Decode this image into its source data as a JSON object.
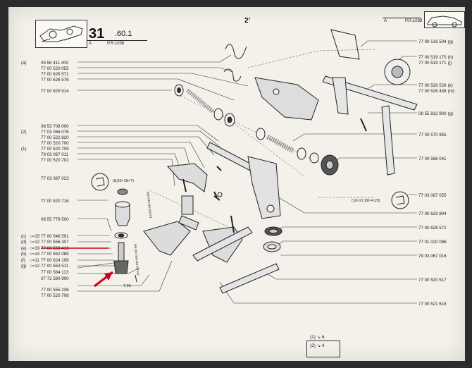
{
  "header": {
    "page_number": "31",
    "page_sub": ".60.1",
    "col_a": "A",
    "col_pr": "P.R.1038",
    "center_mark": "2’",
    "right_col_a": "A",
    "right_col_pr": "P.R.1038"
  },
  "left_labels": [
    {
      "key": "(a)",
      "num": "05 56 411 400"
    },
    {
      "key": "",
      "num": "77 00 520 055"
    },
    {
      "key": "",
      "num": "77 00 626 571"
    },
    {
      "key": "",
      "num": "77 00 626 576"
    },
    {
      "key": "",
      "num": "77 00 629 914"
    },
    {
      "key": "",
      "num": "08 53 708 000"
    },
    {
      "key": "(2)",
      "num": "77 03 066 076"
    },
    {
      "key": "",
      "num": "77 00 522 820"
    },
    {
      "key": "",
      "num": "77 00 520 700"
    },
    {
      "key": "(1)",
      "num": "77 00 520 709"
    },
    {
      "key": "",
      "num": "79 03 067 011"
    },
    {
      "key": "",
      "num": "77 00 520 702"
    },
    {
      "key": "",
      "num": "77 03 087 023"
    },
    {
      "key": "",
      "num": "77 00 520 716"
    },
    {
      "key": "",
      "num": "08 55 779 500"
    },
    {
      "key": "(c)",
      "mark": "○=15",
      "num": "77 00 546 591"
    },
    {
      "key": "(d)",
      "mark": "○=12",
      "num": "77 00 556 307"
    },
    {
      "key": "(e)",
      "mark": "○=19",
      "num": "77 00 568 413"
    },
    {
      "key": "(b)",
      "mark": "○=14",
      "num": "77 00 552 089"
    },
    {
      "key": "(f)",
      "mark": "○=11",
      "num": "77 00 624 199"
    },
    {
      "key": "(g)",
      "mark": "○=12",
      "num": "77 00 553 511"
    },
    {
      "key": "",
      "num": "77 00 584 113"
    },
    {
      "key": "",
      "num": "07 72 590 900"
    },
    {
      "key": "",
      "num": "77 00 555 238"
    },
    {
      "key": "",
      "num": "77 00 520 708"
    }
  ],
  "right_labels": [
    {
      "num": "77 00 516 504",
      "suffix": "(g)"
    },
    {
      "num": "77 00 519 170",
      "suffix": "(h)"
    },
    {
      "num": "77 00 519 171",
      "suffix": "(j)"
    },
    {
      "num": "77 00 526 528",
      "suffix": "(k)"
    },
    {
      "num": "77 00 528 438",
      "suffix": "(m)"
    },
    {
      "num": "08 55 812 900",
      "suffix": "(g)"
    },
    {
      "num": "77 00 570 955",
      "suffix": ""
    },
    {
      "num": "77 00 568 041",
      "suffix": ""
    },
    {
      "num": "77 03 087 055",
      "suffix": ""
    },
    {
      "num": "77 00 629 894",
      "suffix": ""
    },
    {
      "num": "77 00 626 572",
      "suffix": ""
    },
    {
      "num": "77 01 020 086",
      "suffix": ""
    },
    {
      "num": "79 03 067 016",
      "suffix": ""
    },
    {
      "num": "77 00 520 517",
      "suffix": ""
    },
    {
      "num": "77 00 521 618",
      "suffix": ""
    }
  ],
  "dimensions": {
    "spring_left": "(8,50×16×?)",
    "spring_right": "(16×27,80×4,20)",
    "length": "7,93"
  },
  "legend": [
    {
      "key": "(1)",
      "mark": "↘",
      "value": "6"
    },
    {
      "key": "(2)",
      "mark": "↘",
      "value": "4"
    }
  ],
  "colors": {
    "paper": "#f3f1ea",
    "ink": "#222222",
    "annotation_red": "#d0021b"
  }
}
